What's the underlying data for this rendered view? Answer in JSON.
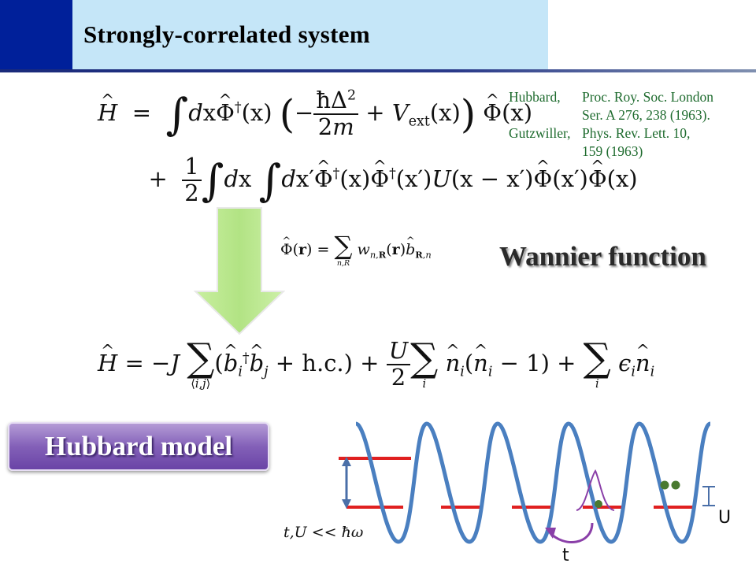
{
  "header": {
    "title": "Strongly-correlated system"
  },
  "citations": [
    {
      "author": "Hubbard,",
      "line1": "Proc. Roy. Soc. London",
      "line2": "Ser. A 276, 238 (1963)."
    },
    {
      "author": "Gutzwiller,",
      "line1": "Phys. Rev. Lett. 10,",
      "line2": "159 (1963)"
    }
  ],
  "labels": {
    "wannier": "Wannier function",
    "hubbard_model": "Hubbard model",
    "condition": "t,U << ħω",
    "u": "U",
    "t": "t"
  },
  "colors": {
    "header_block": "#00209a",
    "header_bar": "#c5e6f8",
    "citation_text": "#1e6b2e",
    "arrow_fill": "#b8e68a",
    "button_purple": "#8360b8",
    "potential_curve": "#4a7fc0",
    "energy_level": "#e02020",
    "atom": "#4a7a30",
    "wavefunction": "#8a3fa8"
  }
}
